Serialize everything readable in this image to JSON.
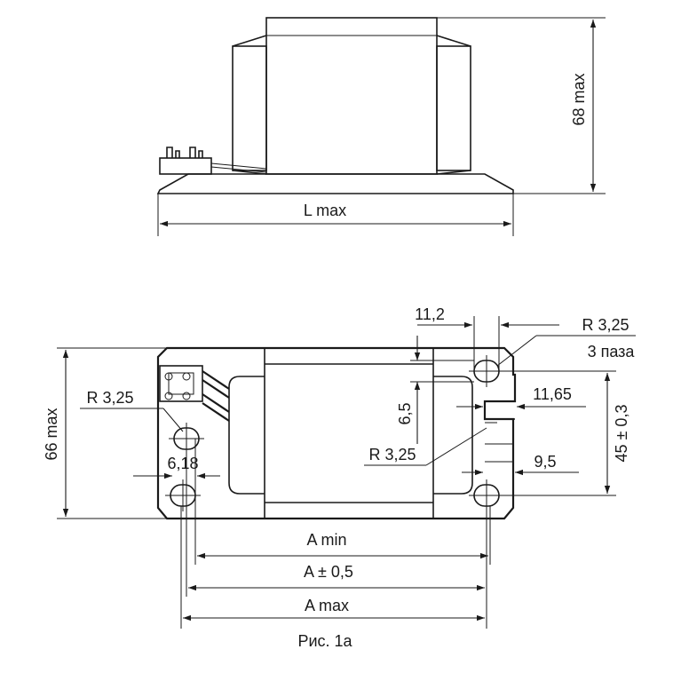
{
  "side_view": {
    "height_label": "68 max",
    "length_label": "L max"
  },
  "top_view": {
    "height_label": "66 max",
    "slot_spacing_label": "11,2",
    "slot_radius_label": "R 3,25",
    "slot_count_label": "3 паза",
    "slot_offset_label": "6,5",
    "width_label": "11,65",
    "mid_radius_label": "R 3,25",
    "left_radius_label": "R 3,25",
    "hole_label": "6,18",
    "slot_width_label": "9,5",
    "hole_spacing_label": "45 ± 0,3",
    "a_min_label": "A min",
    "a_label": "A ± 0,5",
    "a_max_label": "A max"
  },
  "caption": "Рис. 1а"
}
